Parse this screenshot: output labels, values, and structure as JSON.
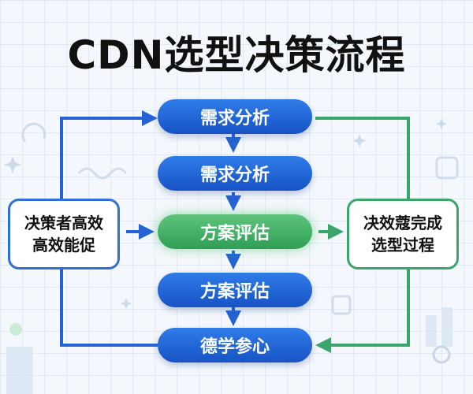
{
  "title": "CDN选型决策流程",
  "flow_nodes": [
    {
      "label": "需求分析",
      "style": "blue"
    },
    {
      "label": "需求分析",
      "style": "blue"
    },
    {
      "label": "方案评估",
      "style": "green"
    },
    {
      "label": "方案评估",
      "style": "blue"
    },
    {
      "label": "德学参心",
      "style": "blue"
    }
  ],
  "left_box": {
    "line1": "决策者高效",
    "line2": "高效能促"
  },
  "right_box": {
    "line1": "决效蔻完成",
    "line2": "选型过程"
  },
  "colors": {
    "blue": "#1f63d6",
    "green": "#3aa66b",
    "left_border": "#2f6fd6",
    "right_border": "#3aa66b"
  }
}
